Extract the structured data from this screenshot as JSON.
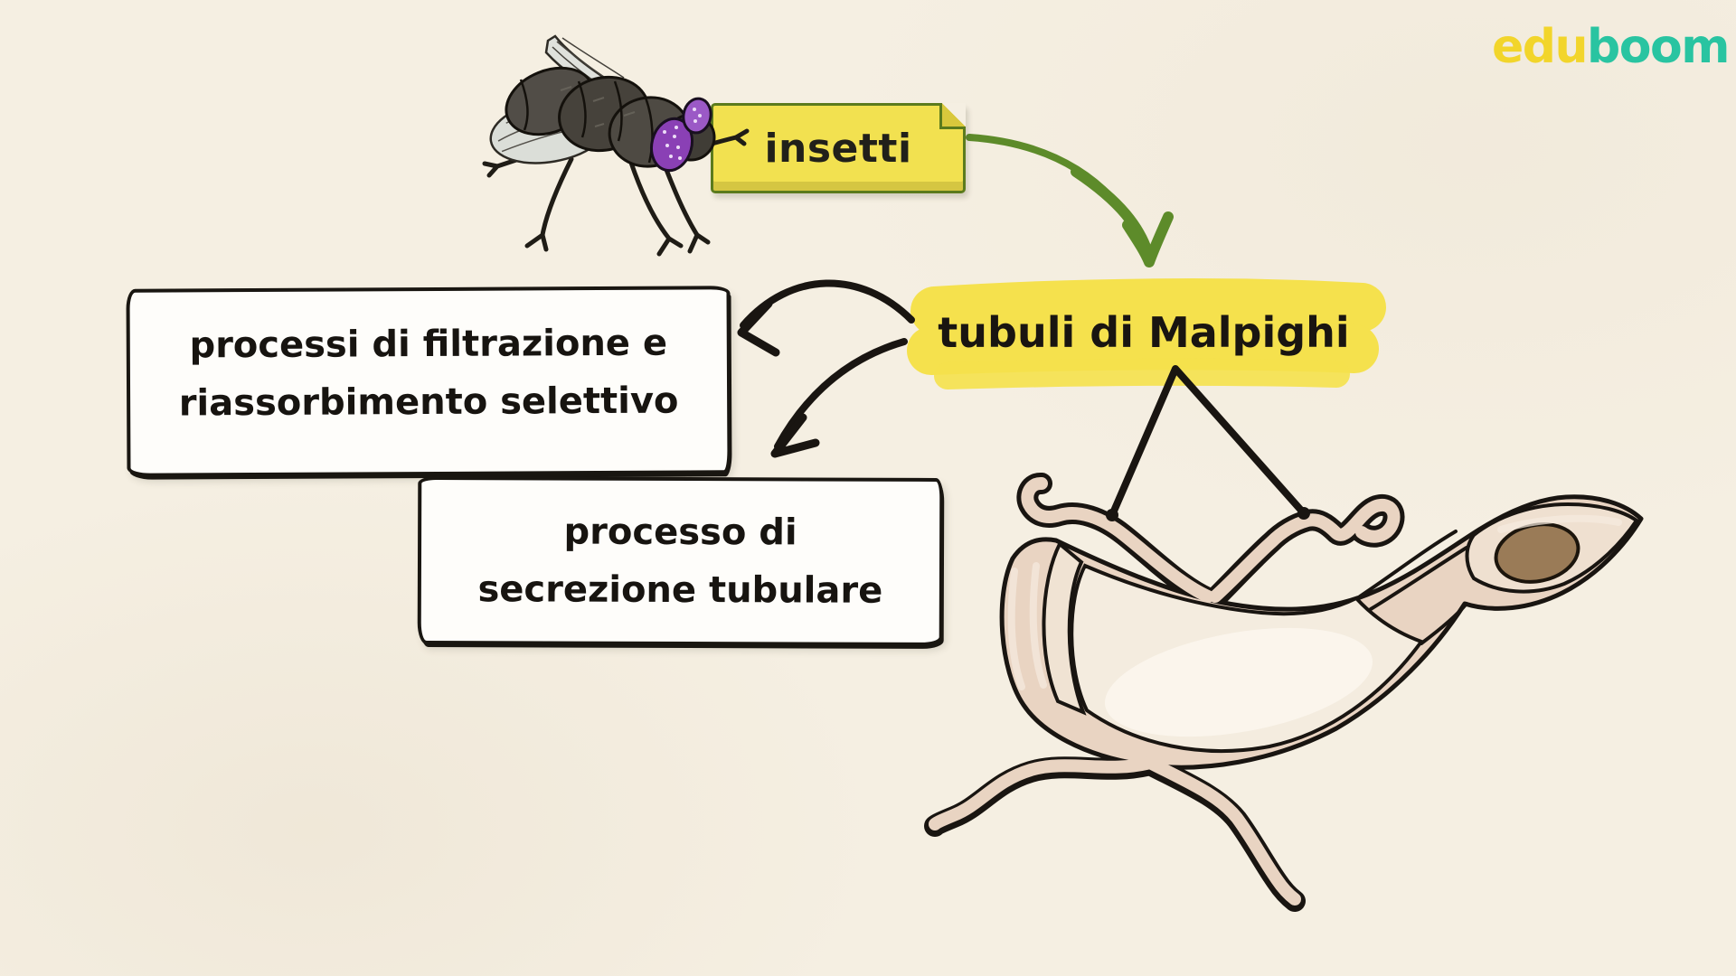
{
  "slide": {
    "background_color": "#f5efe2",
    "language": "it",
    "topic": "escrezione negli insetti"
  },
  "logo": {
    "edu": "edu",
    "boom": "boom",
    "edu_color": "#f2d52b",
    "boom_color": "#29c4a1"
  },
  "nodes": {
    "insetti": "insetti",
    "tubuli": "tubuli di Malpighi",
    "filtration_line1": "processi di filtrazione e",
    "filtration_line2": "riassorbimento selettivo",
    "secretion_line1": "processo di",
    "secretion_line2": "secrezione tubulare"
  },
  "colors": {
    "insetti_bg": "#f2e150",
    "insetti_border": "#5b7b1d",
    "highlight_yellow": "#f5e14d",
    "green_arrow": "#5d8b2a",
    "ink_black": "#191511",
    "anatomy_tan": "#e9d4c2",
    "anatomy_lumen": "#f4ecdf",
    "pellet_brown": "#9a7b57",
    "fly_body": "#4a463f",
    "fly_wing": "#dbded8",
    "fly_eye_purple": "#8a40b5"
  },
  "icons": {
    "fly": "housefly-illustration",
    "anatomy": "insect-malpighian-tubules-illustration",
    "green_arrow": "curved-green-arrow-down",
    "black_arrow_1": "curved-black-arrow-to-filtration-box",
    "black_arrow_2": "curved-black-arrow-to-secretion-box",
    "pointer": "v-pointer-lines-to-tubules"
  }
}
